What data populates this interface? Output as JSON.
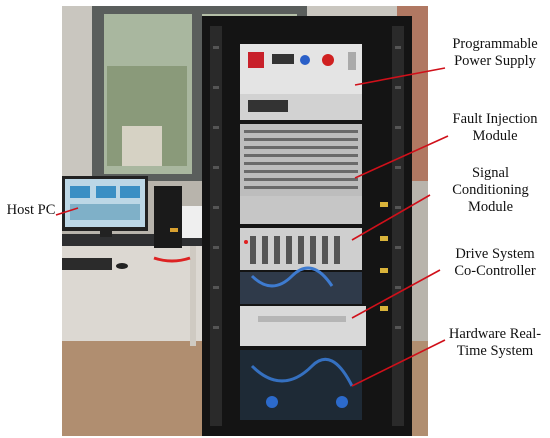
{
  "labels": {
    "programmable_power_supply": [
      "Programmable",
      "Power Supply"
    ],
    "fault_injection": [
      "Fault Injection",
      "Module"
    ],
    "signal_conditioning": [
      "Signal",
      "Conditioning",
      "Module"
    ],
    "drive_system": [
      "Drive System",
      "Co-Controller"
    ],
    "hardware_realtime": [
      "Hardware Real-",
      "Time System"
    ],
    "host_pc": [
      "Host PC"
    ]
  },
  "colors": {
    "leader_line": "#d0101a",
    "label_text": "#111111"
  }
}
